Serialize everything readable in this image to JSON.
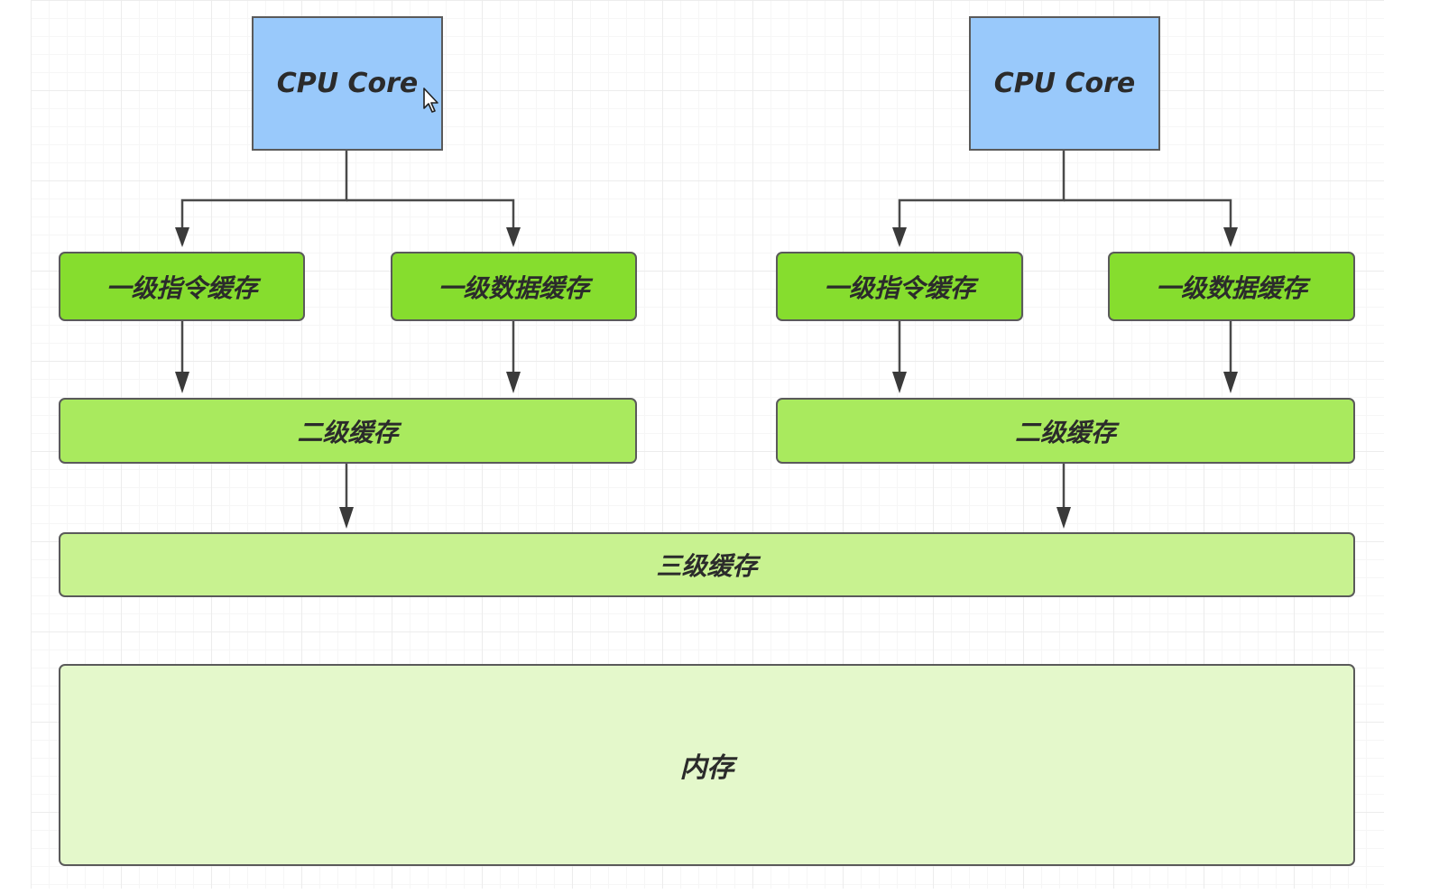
{
  "diagram": {
    "cores": [
      {
        "cpu_label": "CPU Core",
        "l1_instruction": "一级指令缓存",
        "l1_data": "一级数据缓存",
        "l2": "二级缓存"
      },
      {
        "cpu_label": "CPU Core",
        "l1_instruction": "一级指令缓存",
        "l1_data": "一级数据缓存",
        "l2": "二级缓存"
      }
    ],
    "l3": "三级缓存",
    "memory": "内存"
  },
  "colors": {
    "cpu": "#99c9fb",
    "l1": "#86dd2e",
    "l2": "#a9ea5e",
    "l3": "#c8f290",
    "memory": "#e4f8cb",
    "edge": "#4a4a4a"
  }
}
